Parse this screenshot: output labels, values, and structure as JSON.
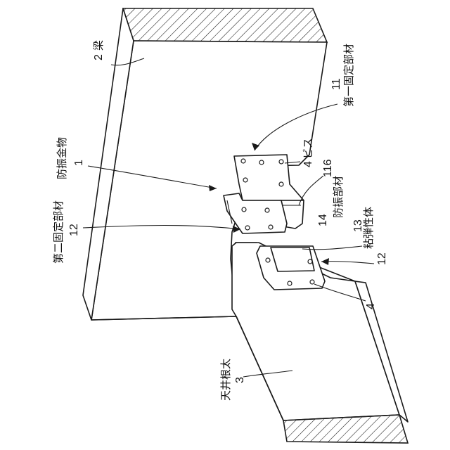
{
  "labels": {
    "beam_num": "2",
    "beam_name": "梁",
    "first_fixing_num": "11",
    "first_fixing_name": "第一固定部材",
    "anti_vib_hw_num": "1",
    "anti_vib_hw_name": "防振金物",
    "screw_num": "4",
    "screw_name": "ビス",
    "anti_vib_member_num": "116",
    "anti_vib_member_num2": "14",
    "anti_vib_member_name": "防振部材",
    "second_fixing_num": "12",
    "second_fixing_name": "第二固定部材",
    "viscoelastic_num": "13",
    "viscoelastic_name": "粘弾性体",
    "second_fixing_num_right": "12",
    "screw_num_bottom": "4",
    "joist_num": "3",
    "joist_name": "天井根太"
  },
  "colors": {
    "line": "#1a1a1a",
    "background": "#ffffff"
  }
}
